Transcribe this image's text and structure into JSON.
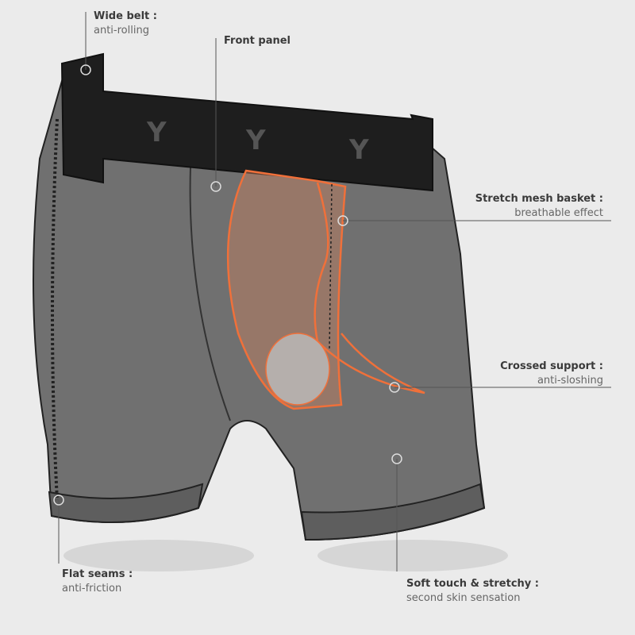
{
  "callouts": {
    "wide_belt": {
      "title": "Wide belt :",
      "subtitle": "anti-rolling"
    },
    "front_panel": {
      "title": "Front panel"
    },
    "mesh_basket": {
      "title": "Stretch mesh basket :",
      "subtitle": "breathable effect"
    },
    "crossed_support": {
      "title": "Crossed support :",
      "subtitle": "anti-sloshing"
    },
    "flat_seams": {
      "title": "Flat seams :",
      "subtitle": "anti-friction"
    },
    "soft_touch": {
      "title": "Soft touch & stretchy :",
      "subtitle": "second skin sensation"
    }
  },
  "colors": {
    "background": "#ebebeb",
    "fabric": "#6f6f6f",
    "waistband": "#1e1e1e",
    "mesh": "#f0703a",
    "line": "#555555"
  }
}
